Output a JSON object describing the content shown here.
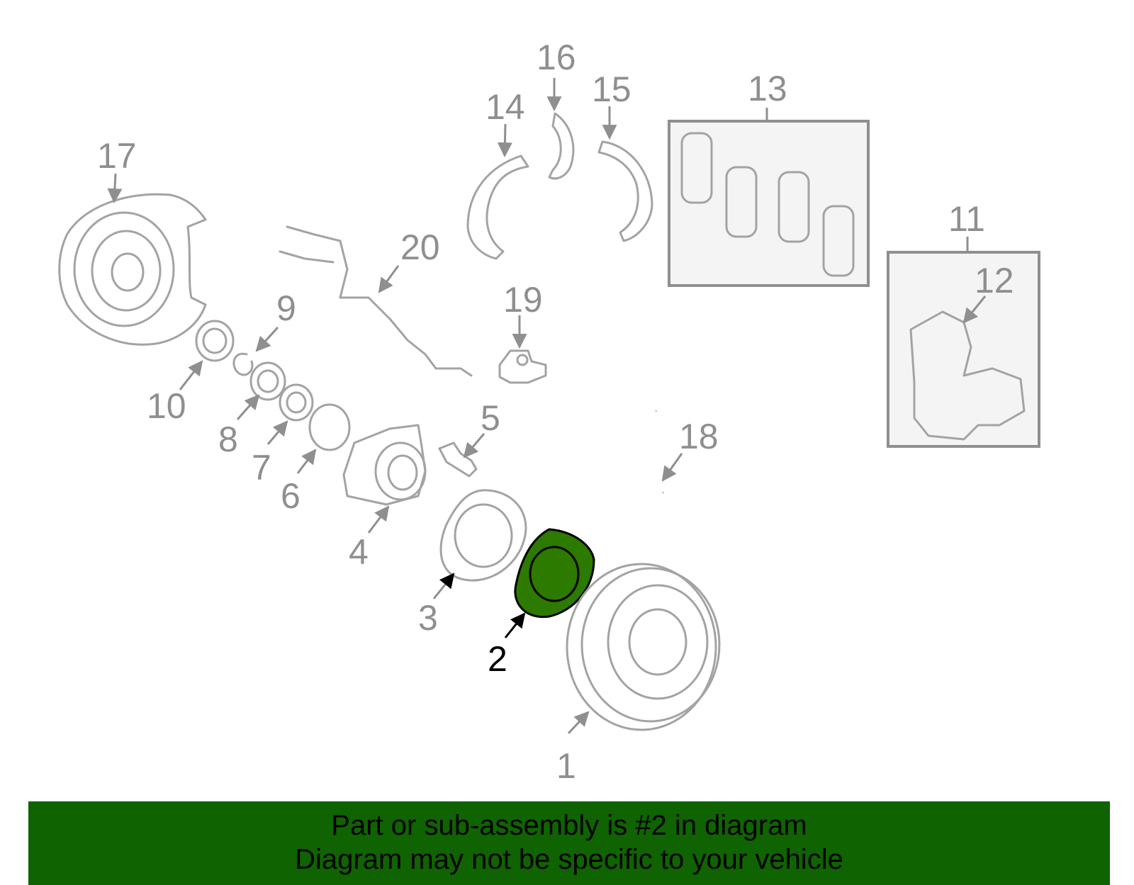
{
  "highlight_color": "#2c7a00",
  "banner_color": "#0f6300",
  "part_color": "#a3a3a3",
  "highlighted_part": "2",
  "labels": {
    "l1": "1",
    "l2": "2",
    "l3": "3",
    "l4": "4",
    "l5": "5",
    "l6": "6",
    "l7": "7",
    "l8": "8",
    "l9": "9",
    "l10": "10",
    "l11": "11",
    "l12": "12",
    "l13": "13",
    "l14": "14",
    "l15": "15",
    "l16": "16",
    "l17": "17",
    "l18": "18",
    "l19": "19",
    "l20": "20"
  },
  "banner": {
    "line1": "Part or sub-assembly is #2 in diagram",
    "line2": "Diagram may not be specific to your vehicle"
  }
}
